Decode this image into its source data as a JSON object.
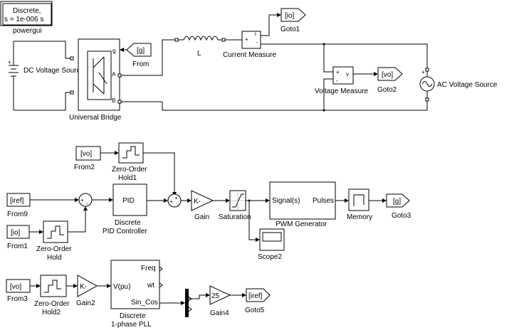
{
  "powergui": {
    "line1": "Discrete,",
    "line2": "s = 1e-006 s",
    "name": "powergui"
  },
  "blocks": {
    "dc_source": {
      "label": "DC Voltage Source"
    },
    "bridge": {
      "label": "Universal Bridge",
      "port_g": "g",
      "port_a": "A",
      "port_b": "B"
    },
    "from_top": {
      "tag": "[g]",
      "label": "From"
    },
    "inductor": {
      "label": "L"
    },
    "current_measure": {
      "label": "Current Measure",
      "port_i": "i",
      "port_plus": "+",
      "port_minus": "-"
    },
    "goto1": {
      "tag": "[io]",
      "label": "Goto1"
    },
    "voltage_measure": {
      "label": "Voltage Measure",
      "port_v": "v",
      "port_plus": "+",
      "port_minus": "-"
    },
    "goto2": {
      "tag": "[vo]",
      "label": "Goto2"
    },
    "ac_source": {
      "label": "AC Voltage Source"
    },
    "from2": {
      "tag": "[vo]",
      "label": "From2"
    },
    "zoh1": {
      "label1": "Zero-Order",
      "label2": "Hold1"
    },
    "from9": {
      "tag": "[iref]",
      "label": "From9"
    },
    "sum1": {
      "signs": "+-"
    },
    "pid": {
      "text": "PID",
      "label1": "Discrete",
      "label2": "PID Controller"
    },
    "sum2": {
      "signs": "++"
    },
    "gain": {
      "text": "K-",
      "label": "Gain"
    },
    "saturation": {
      "label": "Saturation"
    },
    "pwm": {
      "in": "Signal(s)",
      "out": "Pulses",
      "label": "PWM Generator"
    },
    "memory": {
      "label": "Memory"
    },
    "goto3": {
      "tag": "[g]",
      "label": "Goto3"
    },
    "from1": {
      "tag": "[io]",
      "label": "From1"
    },
    "zoh": {
      "label1": "Zero-Order",
      "label2": "Hold"
    },
    "scope2": {
      "label": "Scope2"
    },
    "from3": {
      "tag": "[vo]",
      "label": "From3"
    },
    "zoh2": {
      "label1": "Zero-Order",
      "label2": "Hold2"
    },
    "gain2": {
      "text": "K-",
      "label": "Gain2"
    },
    "pll": {
      "in": "V(pu)",
      "out1": "Freq",
      "out2": "wt",
      "out3": "Sin_Cos",
      "label1": "Discrete",
      "label2": "1-phase PLL"
    },
    "gain4": {
      "text": "25",
      "label": "Gain4"
    },
    "goto5": {
      "tag": "[iref]",
      "label": "Goto5"
    }
  }
}
